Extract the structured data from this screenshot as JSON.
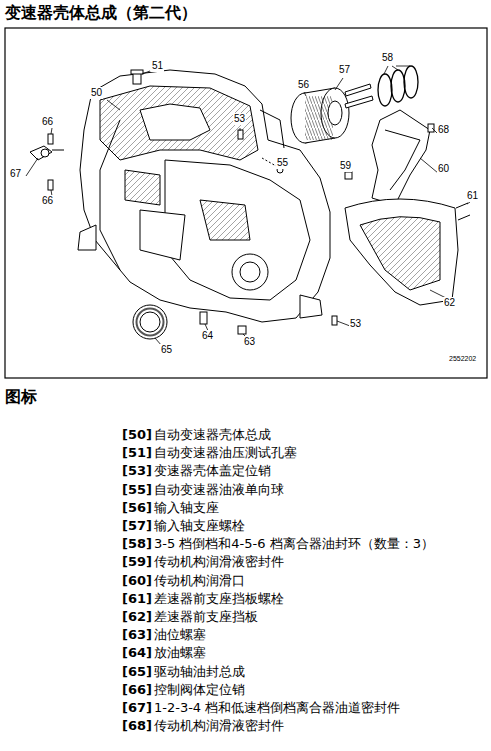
{
  "diagram": {
    "title": "变速器壳体总成（第二代）",
    "labels": [
      "51",
      "50",
      "57",
      "58",
      "56",
      "66",
      "53",
      "68",
      "67",
      "55",
      "59",
      "60",
      "66",
      "61",
      "62",
      "65",
      "64",
      "63",
      "53",
      "2552202",
      "图标",
      "[50]",
      "自动变速器壳体总成",
      "[51]",
      "自动变速器油压测试孔塞",
      "[53]",
      "变速器壳体盖定位销",
      "[55]",
      "自动变速器油液单向球",
      "[56]",
      "输入轴支座",
      "[57]",
      "输入轴支座螺栓",
      "[58]",
      "3-5 档倒档和4-5-6 档离合器油封环（数量：3）",
      "[59]",
      "传动机构润滑液密封件",
      "[60]",
      "传动机构润滑口",
      "[61]",
      "差速器前支座挡板螺栓",
      "[62]",
      "差速器前支座挡板",
      "[63]",
      "油位螺塞",
      "[64]",
      "放油螺塞",
      "[65]",
      "驱动轴油封总成",
      "[66]",
      "控制阀体定位销",
      "[67]",
      "1-2-3-4 档和低速档倒档离合器油道密封件",
      "[68]",
      "传动机构润滑液密封件"
    ]
  }
}
